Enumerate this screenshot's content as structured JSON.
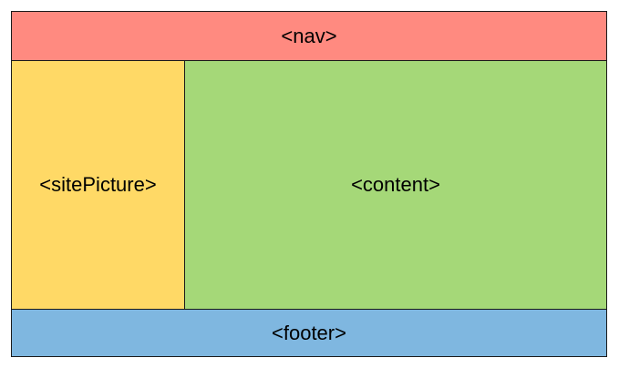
{
  "regions": {
    "nav": {
      "label": "<nav>",
      "color": "#ff8a80"
    },
    "site_picture": {
      "label": "<sitePicture>",
      "color": "#ffd966"
    },
    "content": {
      "label": "<content>",
      "color": "#a5d878"
    },
    "footer": {
      "label": "<footer>",
      "color": "#7fb7e0"
    }
  }
}
